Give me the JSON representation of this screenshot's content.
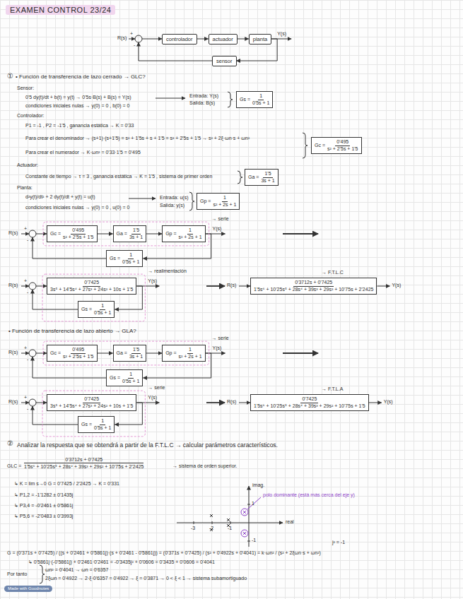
{
  "diagram": {
    "title": "EXAMEN CONTROL 23/24",
    "nodes": [
      {
        "text": [
          "controlador"
        ]
      },
      {
        "text": [
          "actuador"
        ]
      },
      {
        "text": [
          "planta"
        ]
      },
      {
        "text": [
          "sensor"
        ]
      },
      {
        "text": [
          "Gs =",
          "1",
          "0'5s + 1"
        ]
      },
      {
        "text": [
          "Gc =",
          "0'495",
          "s² + 2'5s + 1'5"
        ]
      },
      {
        "text": [
          "Ga =",
          "1'5",
          "3s + 1"
        ]
      },
      {
        "text": [
          "Gp =",
          "1",
          "s² + 2s + 1"
        ]
      },
      {
        "text": [
          "Gc =",
          "0'495",
          "s² + 2'5s + 1'5"
        ]
      },
      {
        "text": [
          "Ga =",
          "1'5",
          "3s + 1"
        ]
      },
      {
        "text": [
          "Gp =",
          "1",
          "s² + 2s + 1"
        ]
      },
      {
        "text": [
          "Gs =",
          "1",
          "0'5s + 1"
        ]
      },
      {
        "text": [
          "0'7425",
          "3s⁵ + 14'5s⁴ + 27s³ + 24s² + 10s + 1'5"
        ]
      },
      {
        "text": [
          "Gs =",
          "1",
          "0'5s + 1"
        ]
      },
      {
        "text": [
          "0'3712s + 0'7425",
          "1'5s⁶ + 10'25s⁵ + 28s⁴ + 39s³ + 29s² + 10'75s + 2'2425"
        ]
      },
      {
        "text": [
          "Gc =",
          "0'495",
          "s² + 2'5s + 1'5"
        ]
      },
      {
        "text": [
          "Ga =",
          "1'5",
          "3s + 1"
        ]
      },
      {
        "text": [
          "Gp =",
          "1",
          "s² + 2s + 1"
        ]
      },
      {
        "text": [
          "Gs =",
          "1",
          "0'5s + 1"
        ]
      },
      {
        "text": [
          "0'7425",
          "3s⁵ + 14'5s⁴ + 27s³ + 24s² + 10s + 1'5"
        ]
      },
      {
        "text": [
          "Gs =",
          "1",
          "0'5s + 1"
        ]
      },
      {
        "text": [
          "0'7425",
          "1'5s⁶ + 10'25s⁵ + 28s⁴ + 39s³ + 29s² + 10'75s + 1'5"
        ]
      }
    ],
    "edges": [
      {
        "from": 0,
        "to": 1,
        "arrow": "to"
      },
      {
        "from": 1,
        "to": 2,
        "arrow": "to"
      },
      {
        "from": 2,
        "to": 3,
        "arrow": "to"
      },
      {
        "from": 8,
        "to": 9,
        "arrow": "to"
      },
      {
        "from": 9,
        "to": 10,
        "arrow": "to"
      },
      {
        "from": 10,
        "to": 11,
        "arrow": "to"
      },
      {
        "from": 12,
        "to": 13,
        "arrow": "to"
      },
      {
        "from": 15,
        "to": 16,
        "arrow": "to"
      },
      {
        "from": 16,
        "to": 17,
        "arrow": "to"
      },
      {
        "from": 17,
        "to": 18,
        "arrow": "to"
      },
      {
        "from": 19,
        "to": 20,
        "arrow": "to"
      }
    ],
    "labels": [
      "R(s)",
      "+",
      "-",
      "Y(s)",
      "①",
      "• Función de transferencia de lazo cerrado → GLC?",
      "Sensor:",
      "0'5 dy(t)/dt + b(t) = y(t) → 0'5s·B(s) + B(s) = Y(s)",
      "condiciones iniciales nulas → y(0) = 0 , b(0) = 0",
      "Entrada: Y(s)",
      "Salida: B(s)",
      "Controlador:",
      "P1 = -1 , P2 = -1'5 , ganancia estática → K = 0'33",
      "Para crear el denominador → (s+1)·(s+1'5) = s² + 1'5s + s + 1'5 = s² + 2'5s + 1'5 → s² + 2ξ·ωn·s + ωn²",
      "Para crear el numerador → K·ωn² = 0'33·1'5 = 0'495",
      "Actuador:",
      "Constante de tiempo → τ = 3 , ganancia estática → K = 1'5 , sistema de primer orden",
      "Planta:",
      "d²y(t)/dt² + 2 dy(t)/dt + y(t) = u(t)",
      "condiciones iniciales nulas → y(0) = 0 , u(0) = 0",
      "Entrada: u(s)",
      "Salida: y(s)",
      "R(s)",
      "+",
      "-",
      "→ serie",
      "Y(s)",
      "R(s)",
      "+",
      "-",
      "Y(s)",
      "→ realimentación",
      "R(s)",
      "Y(s)",
      "→ F.T.L.C",
      "• Función de transferencia de lazo abierto → GLA?",
      "R(s)",
      "+",
      "-",
      "→ serie",
      "Y(s)",
      "R(s)",
      "+",
      "-",
      "Y(s)",
      "→ serie",
      "R(s)",
      "Y(s)",
      "→ F.T.L.A",
      "②",
      "Analizar la respuesta que se obtendrá a partir de la F.T.L.C → calcular parámetros característicos.",
      "GLC =",
      "0'3712s + 0'7425",
      "1'5s⁶ + 10'25s⁵ + 28s⁴ + 39s³ + 29s² + 10'75s + 2'2425",
      "→ sistema de orden superior.",
      "↳ K = lim s→0 G = 0'7425 / 2'2425 → K = 0'331",
      "↳ P1,2 = -1'1282 ± 0'1435j",
      "↳ P3,4 = -0'2461 ± 0'5861j",
      "↳ P5,6 = -2'0483 ± 0'3993j",
      "imag.",
      "real",
      "-3",
      "-2",
      "-1",
      "1",
      "-1",
      "polo dominante (está más cerca del eje y)",
      "G = (0'371s + 0'7425) / ((s + 0'2461 + 0'5861j)·(s + 0'2461 - 0'5861j)) = (0'371s + 0'7425) / (s² + 0'4922s + 0'4041) = k·ωn² / (s² + 2ξωn·s + ωn²)",
      "j² = -1",
      "↳ 0'5861j·(-0'5861j) + 0'2461·0'2461 = -0'3435j² + 0'0606 = 0'3435 + 0'0606 = 0'4041",
      "Por tanto",
      "ωn² = 0'4041 → ωn = 0'6357",
      "2ξωn = 0'4922 → 2·ξ·0'6357 = 0'4922 → ξ = 0'3871 → 0 < ξ < 1 → sistema subamortiguado",
      "Made with Goodnotes"
    ]
  }
}
